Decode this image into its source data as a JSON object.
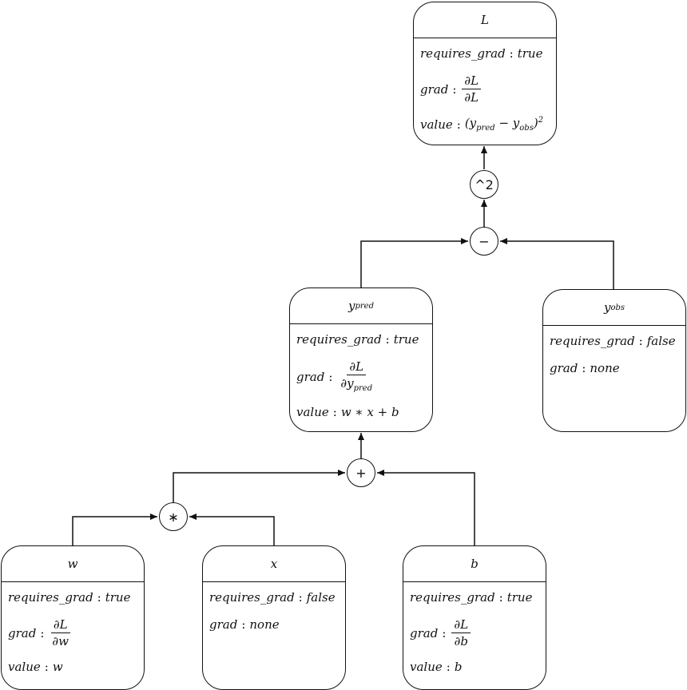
{
  "nodes": {
    "L": {
      "title": "L",
      "requires_grad_key": "requires_grad",
      "requires_grad_val": "true",
      "grad_key": "grad",
      "grad_num": "∂L",
      "grad_den": "∂L",
      "value_key": "value",
      "value_expr": "(y",
      "value_sub1": "pred",
      "value_mid": " − y",
      "value_sub2": "obs",
      "value_close": ")",
      "value_sup": "2"
    },
    "ypred": {
      "title": "y",
      "title_sub": "pred",
      "requires_grad_key": "requires_grad",
      "requires_grad_val": "true",
      "grad_key": "grad",
      "grad_num": "∂L",
      "grad_den": "∂y",
      "grad_den_sub": "pred",
      "value_key": "value",
      "value_expr": "w ∗ x + b"
    },
    "yobs": {
      "title": "y",
      "title_sub": "obs",
      "requires_grad_key": "requires_grad",
      "requires_grad_val": "false",
      "grad_key": "grad",
      "grad_val": "none"
    },
    "w": {
      "title": "w",
      "requires_grad_key": "requires_grad",
      "requires_grad_val": "true",
      "grad_key": "grad",
      "grad_num": "∂L",
      "grad_den": "∂w",
      "value_key": "value",
      "value_expr": "w"
    },
    "x": {
      "title": "x",
      "requires_grad_key": "requires_grad",
      "requires_grad_val": "false",
      "grad_key": "grad",
      "grad_val": "none"
    },
    "b": {
      "title": "b",
      "requires_grad_key": "requires_grad",
      "requires_grad_val": "true",
      "grad_key": "grad",
      "grad_num": "∂L",
      "grad_den": "∂b",
      "value_key": "value",
      "value_expr": "b"
    }
  },
  "ops": {
    "square": "^2",
    "subtract": "−",
    "add": "+",
    "multiply": "∗"
  }
}
